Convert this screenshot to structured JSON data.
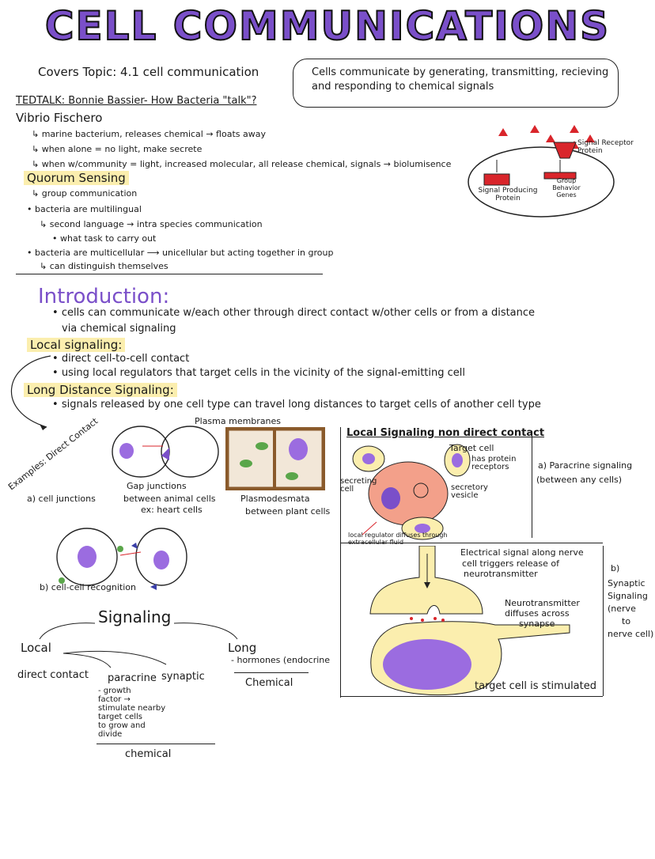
{
  "title": "CELL COMMUNICATIONS",
  "header": {
    "covers": "Covers Topic: 4.1 cell communication",
    "summary_line1": "Cells communicate by generating, transmitting, recieving",
    "summary_line2": "and responding to chemical signals"
  },
  "ted": {
    "title": "TEDTALK: Bonnie Bassier- How Bacteria \"talk\"?",
    "subject": "Vibrio Fischero",
    "lines": [
      "marine bacterium, releases chemical → floats away",
      "when alone = no light, make secrete",
      "when w/community = light, increased molecular, all release chemical, signals → biolumisence"
    ],
    "quorum": "Quorum Sensing",
    "quorum_lines": [
      "group communication",
      "bacteria are multilingual",
      "second language → intra species communication",
      "what task to carry out",
      "bacteria are multicellular ⟶ unicellular but acting together in group",
      "can distinguish themselves"
    ]
  },
  "receptor_diagram": {
    "receptor_label": "Signal Receptor Protein",
    "producing_label": "Signal Producing Protein",
    "behavior_label": "Group Behavior Genes"
  },
  "intro": {
    "heading": "Introduction:",
    "line1": "cells can communicate w/each other through direct contact w/other cells or from a distance",
    "line2": "via chemical signaling",
    "local_heading": "Local signaling:",
    "local_lines": [
      "direct cell-to-cell contact",
      "using local regulators that target cells in the vicinity of the signal-emitting cell"
    ],
    "long_heading": "Long Distance Signaling:",
    "long_line": "signals released by one cell type can travel long distances to target cells of another cell type"
  },
  "direct_contact": {
    "side_label": "Examples: Direct Contact",
    "plasma": "Plasma membranes",
    "a_label": "a) cell junctions",
    "gap_line1": "Gap junctions",
    "gap_line2": "between animal cells",
    "gap_line3": "ex: heart cells",
    "plasmo_line1": "Plasmodesmata",
    "plasmo_line2": "between plant cells",
    "b_label": "b) cell-cell recognition"
  },
  "signaling_tree": {
    "root": "Signaling",
    "local": "Local",
    "long": "Long",
    "direct": "direct contact",
    "paracrine": "paracrine",
    "synaptic": "synaptic",
    "growth_lines": [
      "- growth",
      "factor →",
      "stimulate nearby",
      "target cells",
      "to grow and",
      "divide"
    ],
    "hormones": "- hormones (endocrine",
    "chemical_long": "Chemical",
    "chemical_local": "chemical"
  },
  "paracrine_panel": {
    "heading": "Local Signaling non direct contact",
    "target_cell": "Target cell",
    "receptors": "has protein receptors",
    "secreting": "secreting cell",
    "vesicle": "secretory vesicle",
    "regulator": "local regulator diffuses through extracellular fluid",
    "side_a1": "a) Paracrine signaling",
    "side_a2": "(between any cells)"
  },
  "synaptic_panel": {
    "electrical1": "Electrical signal along nerve",
    "electrical2": "cell triggers release of",
    "electrical3": "neurotransmitter",
    "neuro1": "Neurotransmitter",
    "neuro2": "diffuses across",
    "neuro3": "synapse",
    "target": "target cell is stimulated",
    "side_b": "b)",
    "side_b_lines": [
      "Synaptic",
      "Signaling",
      "(nerve",
      "to",
      "nerve cell)"
    ]
  },
  "colors": {
    "purple": "#7a4fc9",
    "yellow": "#fbeeae",
    "red": "#d9252b",
    "pink": "#f3a08a",
    "brown": "#8a5a2b",
    "green": "#5aa64a"
  }
}
